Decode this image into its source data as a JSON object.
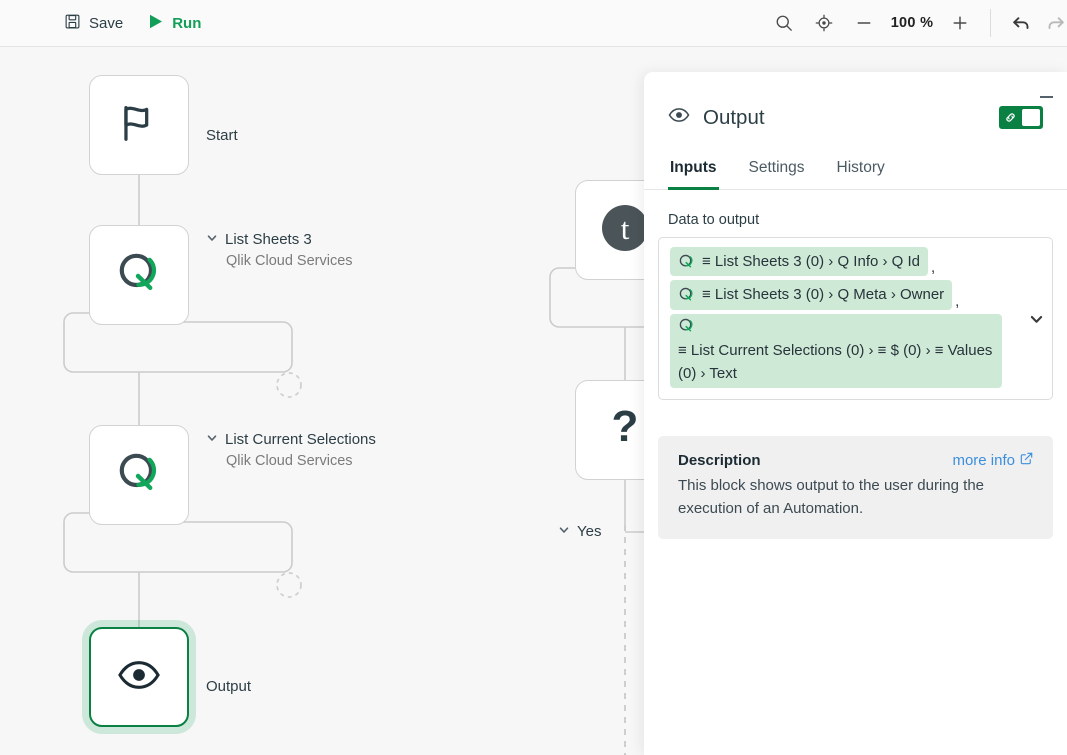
{
  "toolbar": {
    "save_label": "Save",
    "save_icon": "floppy-disk-icon",
    "run_label": "Run",
    "run_icon": "play-icon",
    "search_icon": "search-icon",
    "recenter_icon": "crosshair-target-icon",
    "zoom_out_icon": "minus-icon",
    "zoom_level": "100 %",
    "zoom_in_icon": "plus-icon",
    "undo_icon": "undo-arrow-icon",
    "redo_icon": "redo-arrow-icon",
    "accent_green": "#119f58"
  },
  "canvas": {
    "nodes": [
      {
        "id": "start",
        "icon": "flag-icon",
        "label": "Start",
        "subtitle": "",
        "expandable": false,
        "selected": false
      },
      {
        "id": "sheets",
        "icon": "qlik-q-icon",
        "label": "List Sheets 3",
        "subtitle": "Qlik Cloud Services",
        "expandable": true,
        "selected": false
      },
      {
        "id": "current",
        "icon": "qlik-q-icon",
        "label": "List Current Selections",
        "subtitle": "Qlik Cloud Services",
        "expandable": true,
        "selected": false
      },
      {
        "id": "output",
        "icon": "eye-icon",
        "label": "Output",
        "subtitle": "",
        "expandable": false,
        "selected": true
      },
      {
        "id": "transform",
        "icon": "t-avatar-icon",
        "label": "",
        "subtitle": "",
        "expandable": false,
        "selected": false
      },
      {
        "id": "condition",
        "icon": "question-mark-icon",
        "label": "",
        "subtitle": "",
        "expandable": false,
        "selected": false
      }
    ],
    "branch_label": "Yes",
    "loop_placeholder_icon": "dashed-circle-placeholder-icon",
    "selected_node_color": "#0a8043"
  },
  "panel": {
    "icon": "eye-icon",
    "title": "Output",
    "minimize_icon": "minimize-icon",
    "link_toggle": {
      "icon": "chain-link-icon",
      "state": "on",
      "color": "#0a8043"
    },
    "tabs": [
      {
        "label": "Inputs",
        "active": true
      },
      {
        "label": "Settings",
        "active": false
      },
      {
        "label": "History",
        "active": false
      }
    ],
    "inputs": {
      "field_label": "Data to output",
      "expand_icon": "chevron-down-icon",
      "tokens": [
        {
          "icon": "qlik-q-icon",
          "parts": [
            "≡",
            "List Sheets 3 (0)",
            "›",
            "Q Info",
            "›",
            "Q Id"
          ],
          "text": "≡ List Sheets 3 (0) › Q Info › Q Id",
          "trailing": ","
        },
        {
          "icon": "qlik-q-icon",
          "parts": [
            "≡",
            "List Sheets 3 (0)",
            "›",
            "Q Meta",
            "›",
            "Owner"
          ],
          "text": "≡ List Sheets 3 (0) › Q Meta › Owner",
          "trailing": ","
        },
        {
          "icon": "qlik-q-icon",
          "parts": [
            "≡",
            "List Current Selections (0)",
            "›",
            "≡ $ (0)",
            "›",
            "≡ Values (0)",
            "›",
            "Text"
          ],
          "text": "≡ List Current Selections (0) › ≡ $ (0) › ≡ Values (0) › Text",
          "trailing": ""
        }
      ]
    },
    "description": {
      "title": "Description",
      "more_info_label": "more info",
      "more_info_icon": "external-link-icon",
      "body": "This block shows output to the user during the execution of an Automation."
    }
  }
}
